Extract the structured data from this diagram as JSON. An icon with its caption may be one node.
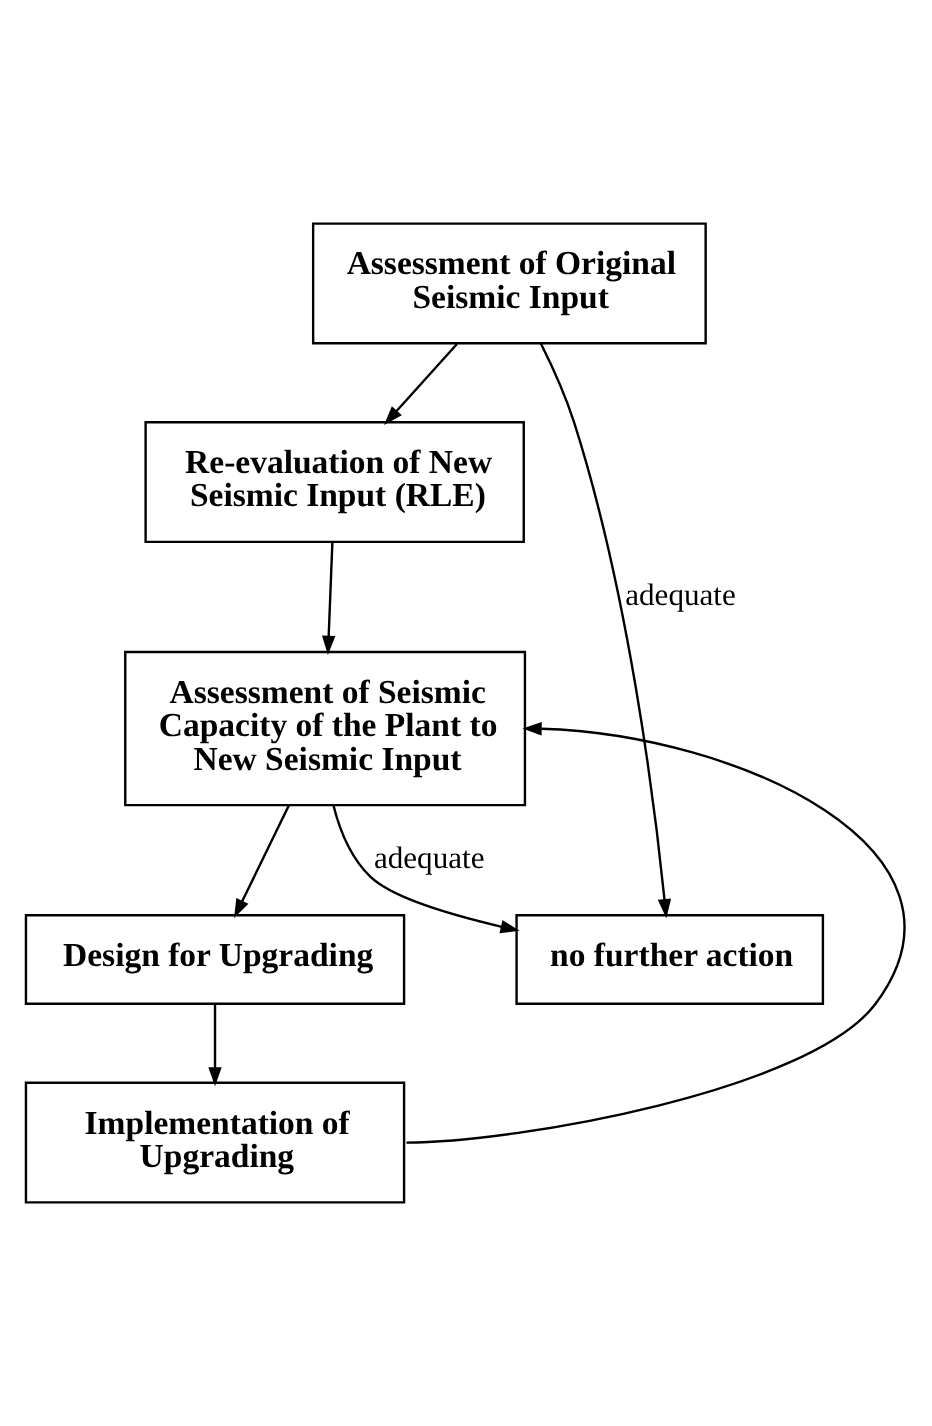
{
  "diagram": {
    "nodes": [
      {
        "text": [
          "Assessment of Original Seismic Input"
        ]
      },
      {
        "text": [
          "Re-evaluation of New Seismic Input (RLE)"
        ]
      },
      {
        "text": [
          "Assessment of Seismic Capacity of the Plant to New Seismic Input"
        ]
      },
      {
        "text": [
          "Design for Upgrading"
        ]
      },
      {
        "text": [
          "no further action"
        ]
      },
      {
        "text": [
          "Implementation of Upgrading"
        ]
      }
    ],
    "edges": [
      {
        "from": 0,
        "to": 1,
        "arrow": "to"
      },
      {
        "from": 0,
        "to": 4,
        "arrow": "to",
        "label": "adequate"
      },
      {
        "from": 1,
        "to": 2,
        "arrow": "to"
      },
      {
        "from": 2,
        "to": 4,
        "arrow": "to",
        "label": "adequate"
      },
      {
        "from": 2,
        "to": 3,
        "arrow": "to"
      },
      {
        "from": 3,
        "to": 5,
        "arrow": "to"
      },
      {
        "from": 5,
        "to": 2,
        "arrow": "to"
      }
    ]
  }
}
